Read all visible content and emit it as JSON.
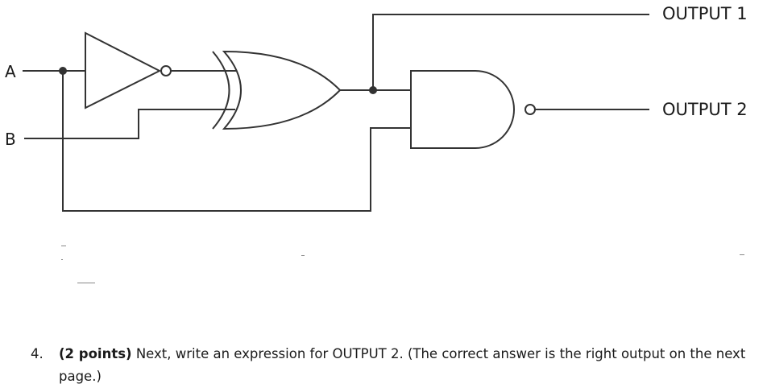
{
  "diagram": {
    "inputs": {
      "a": "A",
      "b": "B"
    },
    "outputs": {
      "output1": "OUTPUT 1",
      "output2": "OUTPUT 2"
    },
    "gates": [
      "not-gate",
      "xor-gate",
      "nand-gate"
    ]
  },
  "question": {
    "number": "4.",
    "points": "(2 points)",
    "prompt": " Next, write an expression for OUTPUT 2.  (The correct answer is the right output on the next page.)"
  }
}
